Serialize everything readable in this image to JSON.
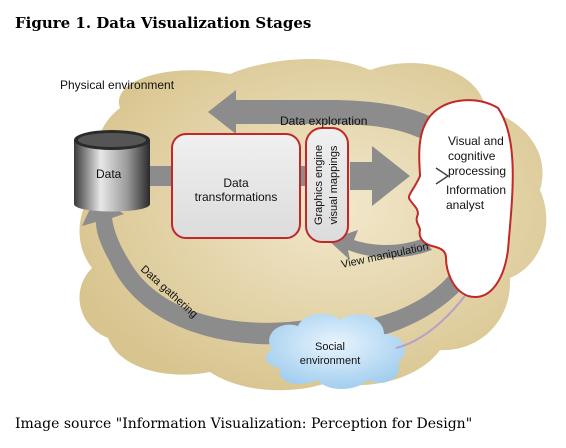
{
  "figure": {
    "title": "Figure 1. Data Visualization Stages",
    "caption": "Image source \"Information Visualization: Perception for Design\""
  },
  "diagram": {
    "physical_environment": "Physical environment",
    "data": "Data",
    "data_transformations_line1": "Data",
    "data_transformations_line2": "transformations",
    "graphics_engine": "Graphics engine",
    "visual_mappings": "visual mappings",
    "data_exploration": "Data exploration",
    "view_manipulation": "View manipulation",
    "data_gathering": "Data gathering",
    "visual_line1": "Visual and",
    "visual_line2": "cognitive",
    "visual_line3": "processing",
    "analyst_line1": "Information",
    "analyst_line2": "analyst",
    "social_line1": "Social",
    "social_line2": "environment"
  },
  "colors": {
    "environment": "#e3d3a6",
    "arrow": "#8c8c8c",
    "box_border": "#c0282a",
    "box_fill": "#e6e6e6",
    "cloud": "#bcdcf4"
  }
}
